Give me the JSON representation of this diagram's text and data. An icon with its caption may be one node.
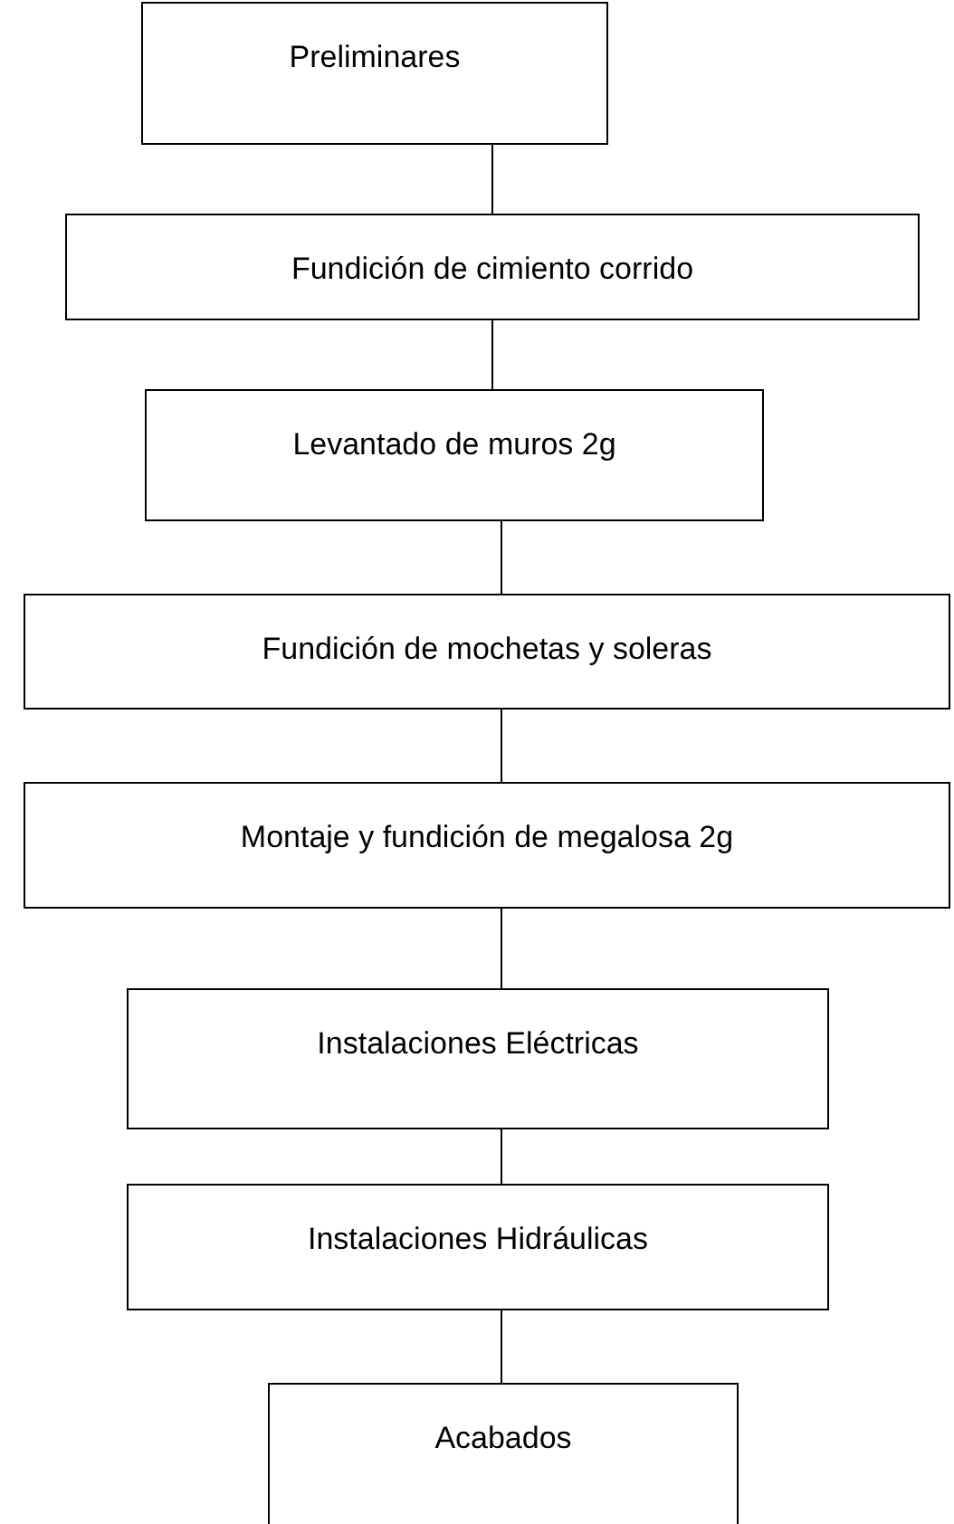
{
  "diagram": {
    "nodes": [
      {
        "text": [
          "Preliminares"
        ]
      },
      {
        "text": [
          "Fundición de cimiento corrido"
        ]
      },
      {
        "text": [
          "Levantado de muros 2g"
        ]
      },
      {
        "text": [
          "Fundición de mochetas y soleras"
        ]
      },
      {
        "text": [
          "Montaje y fundición de megalosa 2g"
        ]
      },
      {
        "text": [
          "Instalaciones Eléctricas"
        ]
      },
      {
        "text": [
          "Instalaciones Hidráulicas"
        ]
      },
      {
        "text": [
          "Acabados"
        ]
      }
    ],
    "edges": [
      {
        "from": 0,
        "to": 1,
        "arrow": "none"
      },
      {
        "from": 1,
        "to": 2,
        "arrow": "none"
      },
      {
        "from": 2,
        "to": 3,
        "arrow": "none"
      },
      {
        "from": 3,
        "to": 4,
        "arrow": "none"
      },
      {
        "from": 4,
        "to": 5,
        "arrow": "none"
      },
      {
        "from": 5,
        "to": 6,
        "arrow": "none"
      },
      {
        "from": 6,
        "to": 7,
        "arrow": "none"
      }
    ]
  }
}
